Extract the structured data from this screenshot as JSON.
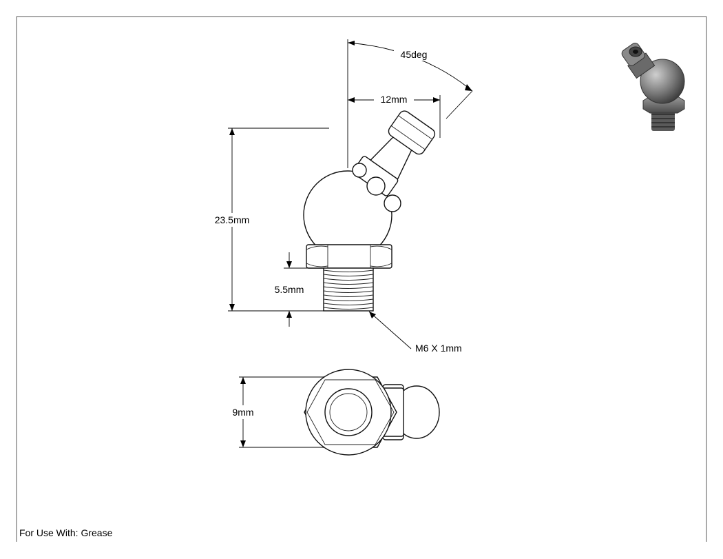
{
  "dimensions": {
    "angle": "45deg",
    "offset": "12mm",
    "height": "23.5mm",
    "thread_length": "5.5mm",
    "thread_spec": "M6 X 1mm",
    "hex_size": "9mm"
  },
  "footer": {
    "use_with": "For Use With: Grease"
  },
  "colors": {
    "line": "#000000",
    "border": "#555555",
    "render_body": "#6e6e6e"
  }
}
